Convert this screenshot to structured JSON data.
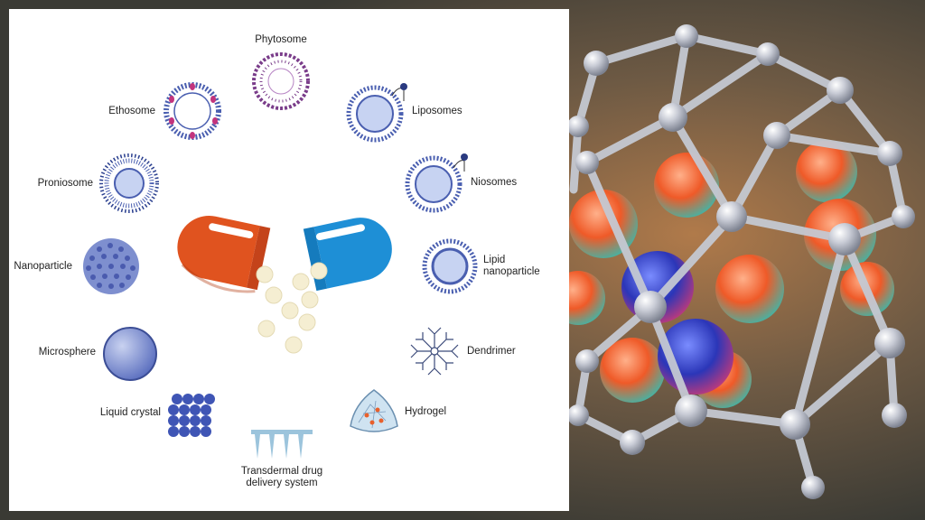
{
  "diagram": {
    "center": {
      "name": "capsule-with-particles"
    },
    "nodes": [
      {
        "id": "phytosome",
        "label": "Phytosome"
      },
      {
        "id": "liposomes",
        "label": "Liposomes"
      },
      {
        "id": "niosomes",
        "label": "Niosomes"
      },
      {
        "id": "lipid-nanoparticle",
        "label_line1": "Lipid",
        "label_line2": "nanoparticle"
      },
      {
        "id": "dendrimer",
        "label": "Dendrimer"
      },
      {
        "id": "hydrogel",
        "label": "Hydrogel"
      },
      {
        "id": "transdermal",
        "label_line1": "Transdermal drug",
        "label_line2": "delivery system"
      },
      {
        "id": "liquid-crystal",
        "label": "Liquid crystal"
      },
      {
        "id": "microsphere",
        "label": "Microsphere"
      },
      {
        "id": "nanoparticle",
        "label": "Nanoparticle"
      },
      {
        "id": "proniosome",
        "label": "Proniosome"
      },
      {
        "id": "ethosome",
        "label": "Ethosome"
      }
    ]
  },
  "colors": {
    "membrane": "#4a5fb0",
    "core": "#c7d3f2",
    "phytosome_purple": "#7a3d8a",
    "capsule_orange": "#e0531f",
    "capsule_blue": "#1e8fd6",
    "particle": "#f5eed2",
    "molecule_orange": "#e8602c",
    "molecule_blue": "#2e3fb5",
    "cage": "#c4c8d2"
  }
}
